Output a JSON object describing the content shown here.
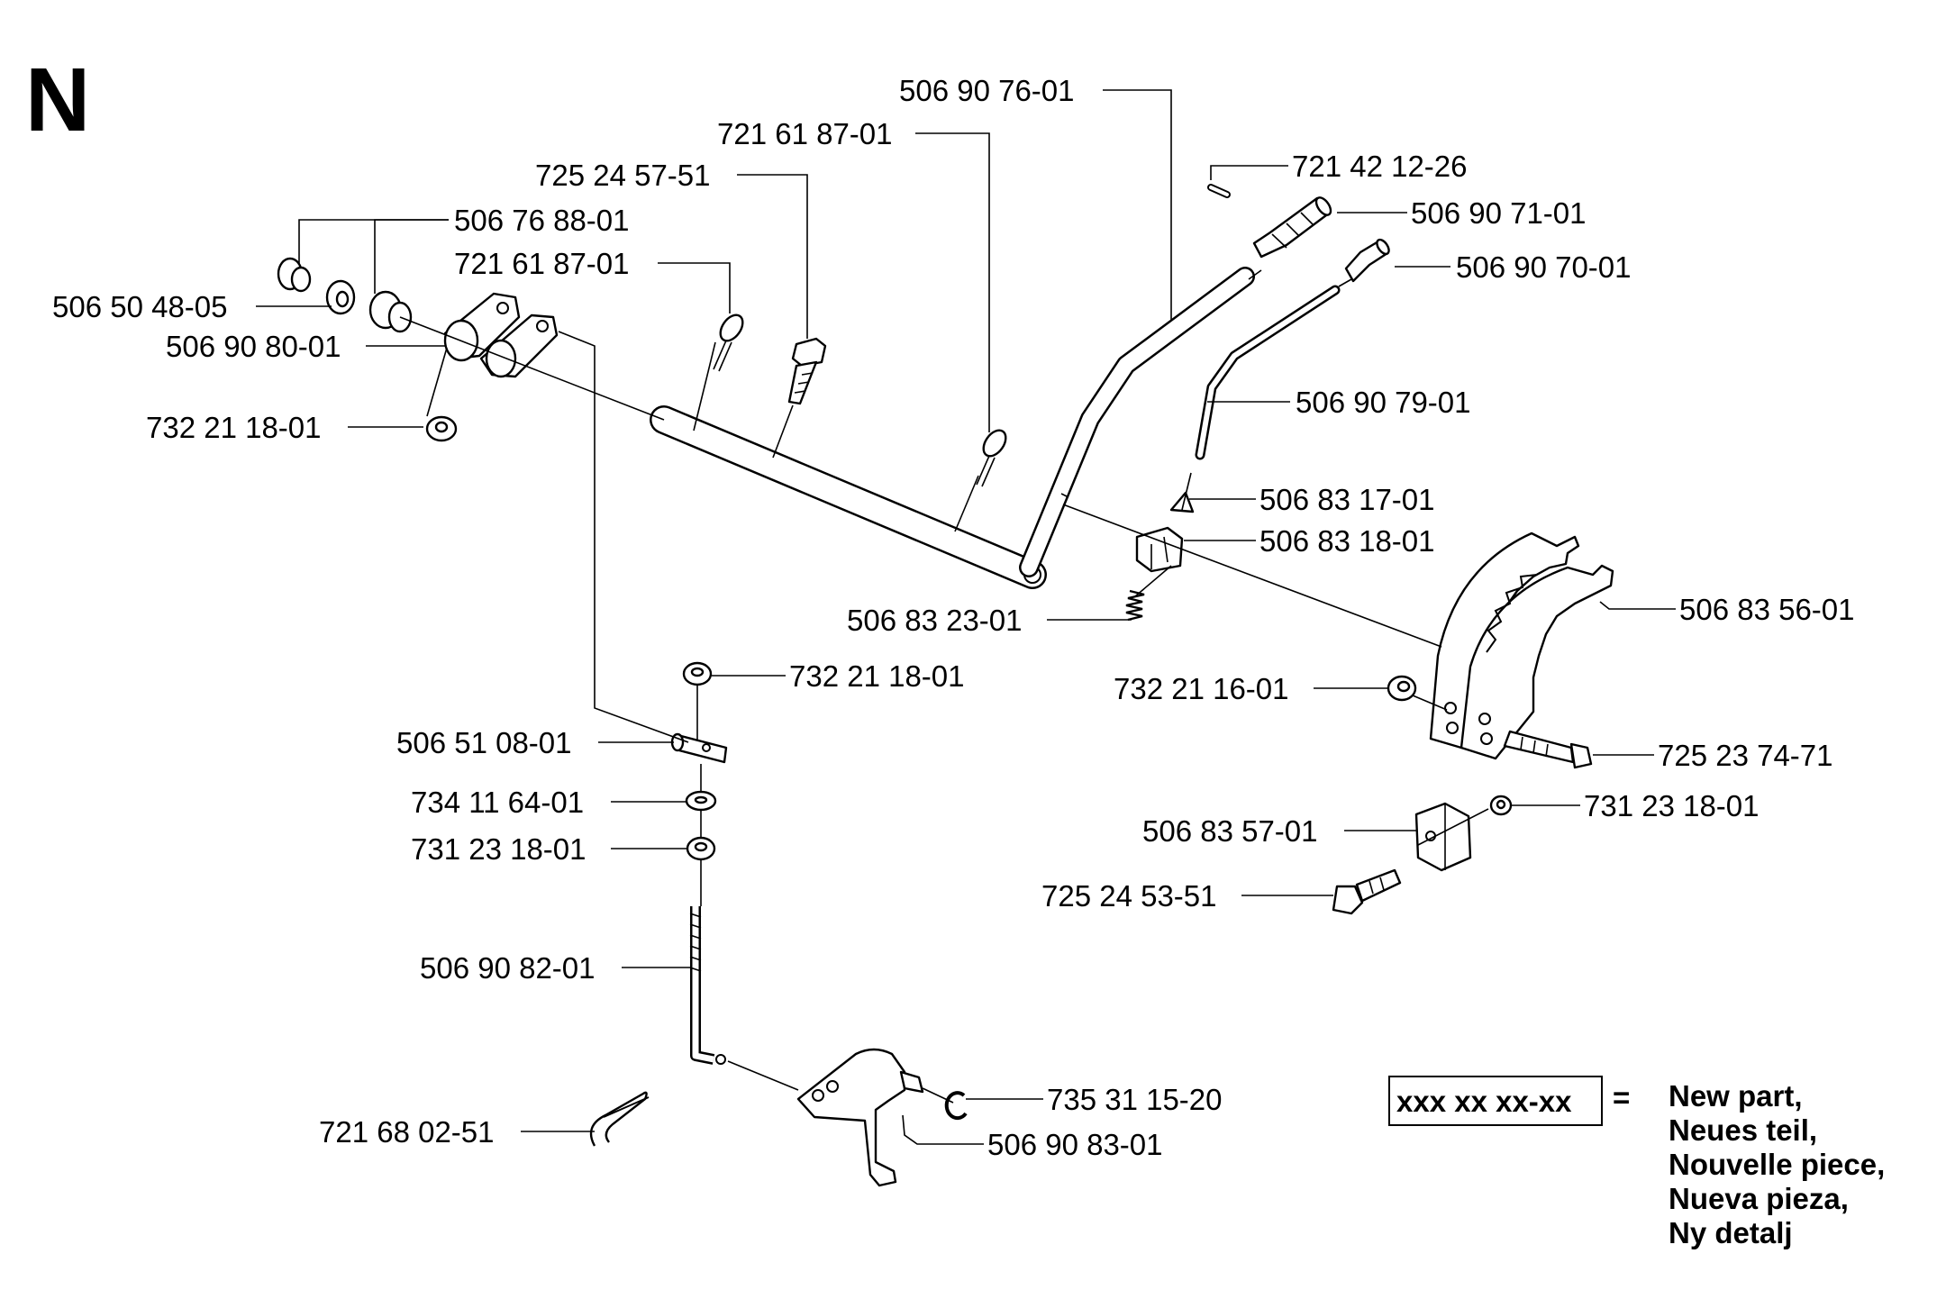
{
  "diagram": {
    "section_letter": "N",
    "part_numbers": [
      "506 90 76-01",
      "721 61 87-01",
      "725 24 57-51",
      "721 42 12-26",
      "506 76 88-01",
      "506 90 71-01",
      "721 61 87-01",
      "506 90 70-01",
      "506 50 48-05",
      "506 90 80-01",
      "506 90 79-01",
      "732 21 18-01",
      "506 83 17-01",
      "506 83 18-01",
      "506 83 23-01",
      "506 83 56-01",
      "732 21 18-01",
      "732 21 16-01",
      "506 51 08-01",
      "725 23 74-71",
      "734 11 64-01",
      "731 23 18-01",
      "506 83 57-01",
      "731 23 18-01",
      "725 24 53-51",
      "506 90 82-01",
      "735 31 15-20",
      "721 68 02-51",
      "506 90 83-01"
    ],
    "legend": {
      "code": "xxx xx xx-xx",
      "equals": "=",
      "lines": [
        "New part,",
        "Neues teil,",
        "Nouvelle piece,",
        "Nueva pieza,",
        "Ny detalj"
      ]
    }
  }
}
